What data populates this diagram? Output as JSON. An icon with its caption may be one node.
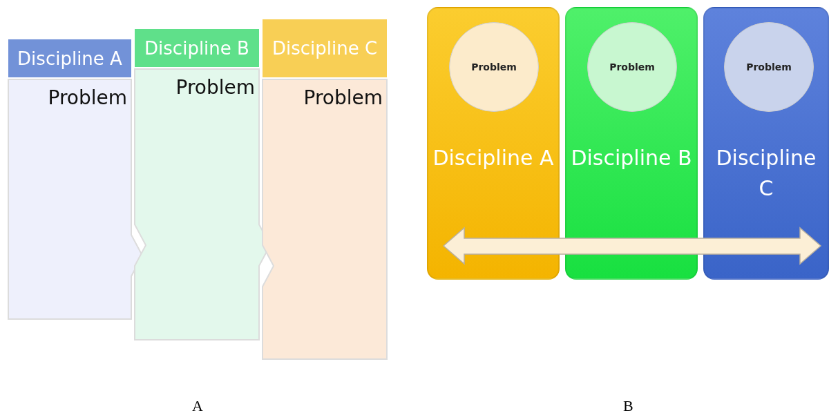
{
  "diagram": {
    "nodes": [
      {
        "text": [
          "Discipline A"
        ]
      },
      {
        "text": [
          "Problem"
        ]
      },
      {
        "text": [
          "Discipline B"
        ]
      },
      {
        "text": [
          "Problem"
        ]
      },
      {
        "text": [
          "Discipline C"
        ]
      },
      {
        "text": [
          "Problem"
        ]
      },
      {
        "text": [
          "Discipline A"
        ]
      },
      {
        "text": [
          "Problem"
        ],
        "in": 6
      },
      {
        "text": [
          "Discipline B"
        ]
      },
      {
        "text": [
          "Problem"
        ],
        "in": 8
      },
      {
        "text": [
          "Discipline C"
        ]
      },
      {
        "text": [
          "Problem"
        ],
        "in": 10
      }
    ],
    "edges": [],
    "labels": [
      "A",
      "B"
    ]
  }
}
